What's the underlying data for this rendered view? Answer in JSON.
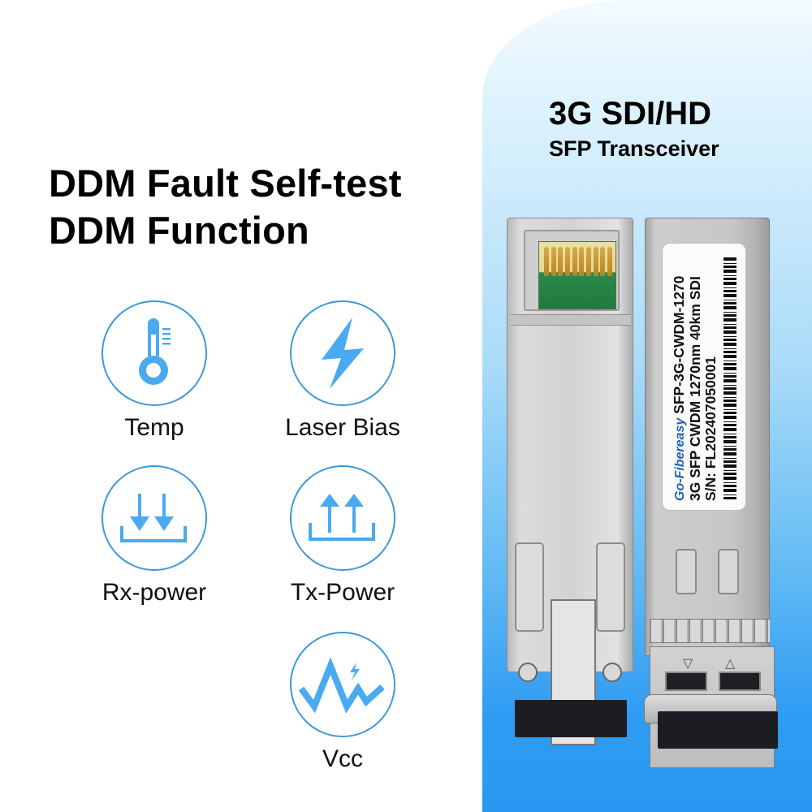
{
  "headline": {
    "line1": "DDM Fault Self-test",
    "line2": "DDM Function"
  },
  "features": [
    {
      "label": "Temp",
      "icon": "thermometer-icon"
    },
    {
      "label": "Laser Bias",
      "icon": "lightning-bolt-icon"
    },
    {
      "label": "Rx-power",
      "icon": "receive-arrows-down-icon"
    },
    {
      "label": "Tx-Power",
      "icon": "transmit-arrows-up-icon"
    },
    {
      "label": "Vcc",
      "icon": "voltage-wave-icon"
    }
  ],
  "product": {
    "title": "3G SDI/HD",
    "subtitle": "SFP Transceiver",
    "label": {
      "brand": "Go-Fibereasy",
      "model": "SFP-3G-CWDM-1270",
      "spec": "3G SFP CWDM 1270nm 40km SDI",
      "serial": "S/N: FL202407050001"
    },
    "front_markings": {
      "tx_arrow": "▽",
      "rx_arrow": "△"
    }
  },
  "colors": {
    "icon_blue": "#4aaaf0",
    "ring_blue": "#3a9ad6",
    "panel_top": "#f2fbff",
    "panel_bottom": "#2a98f2",
    "brand_blue": "#1e64b4"
  }
}
